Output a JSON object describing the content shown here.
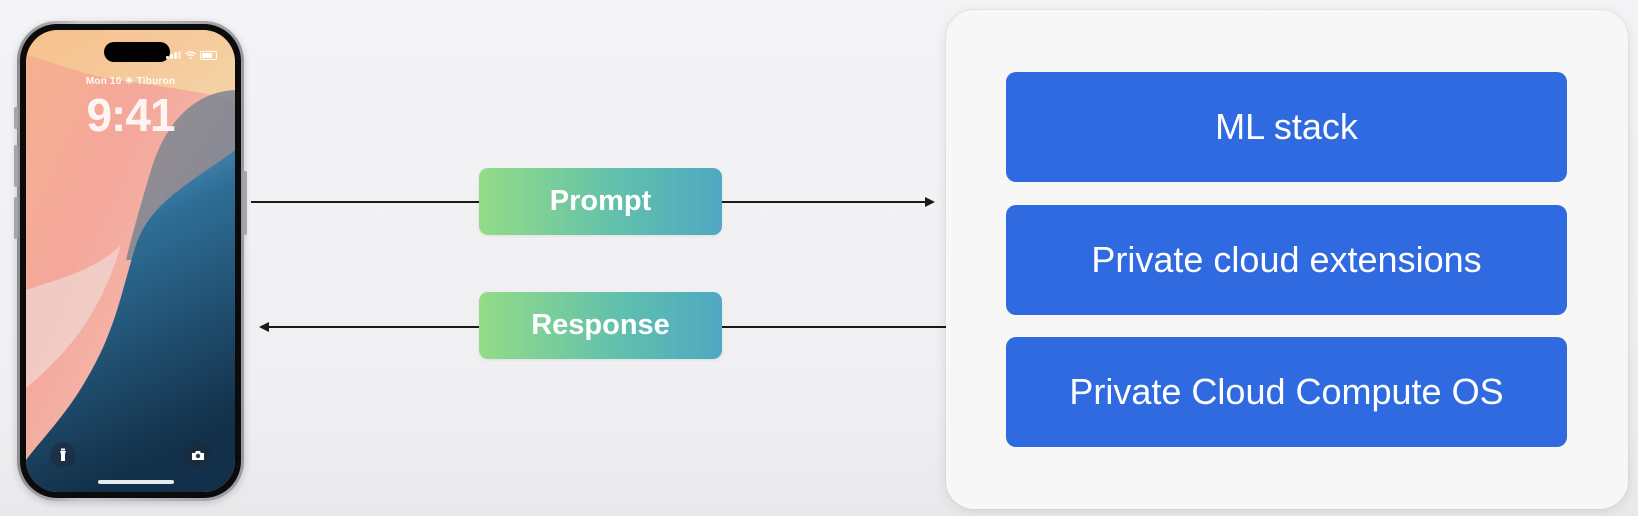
{
  "phone": {
    "lock_date": "Mon 10 ☀ Tiburon",
    "lock_time": "9:41"
  },
  "flow": {
    "request_label": "Prompt",
    "response_label": "Response"
  },
  "server": {
    "layers": [
      {
        "label": "ML stack"
      },
      {
        "label": "Private cloud extensions"
      },
      {
        "label": "Private Cloud Compute OS"
      }
    ]
  },
  "colors": {
    "layer_blue": "#2f6ae0",
    "pill_gradient_start": "#94dc86",
    "pill_gradient_end": "#4fa8c2",
    "background": "#f3f3f5"
  },
  "icons": [
    "flashlight-icon",
    "camera-icon",
    "signal-icon",
    "wifi-icon",
    "battery-icon",
    "arrow-right-icon",
    "arrow-left-icon"
  ]
}
